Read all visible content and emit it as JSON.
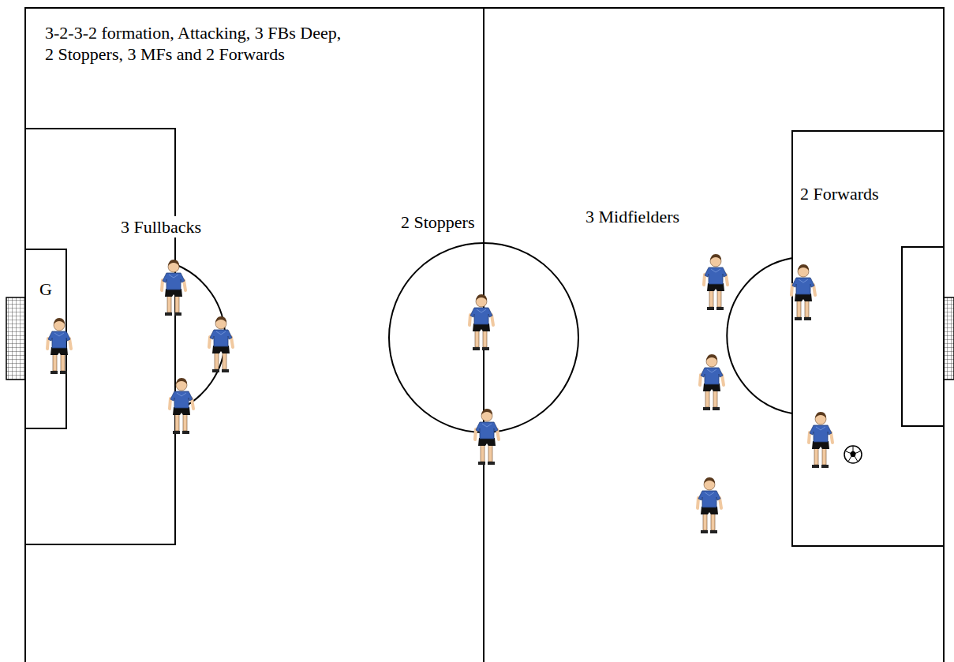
{
  "diagram": {
    "labels": [
      "3-2-3-2 formation, Attacking, 3 FBs Deep, 2 Stoppers, 3 MFs and 2 Forwards",
      "3 Fullbacks",
      "2 Stoppers",
      "3 Midfielders",
      "2 Forwards",
      "G"
    ]
  }
}
